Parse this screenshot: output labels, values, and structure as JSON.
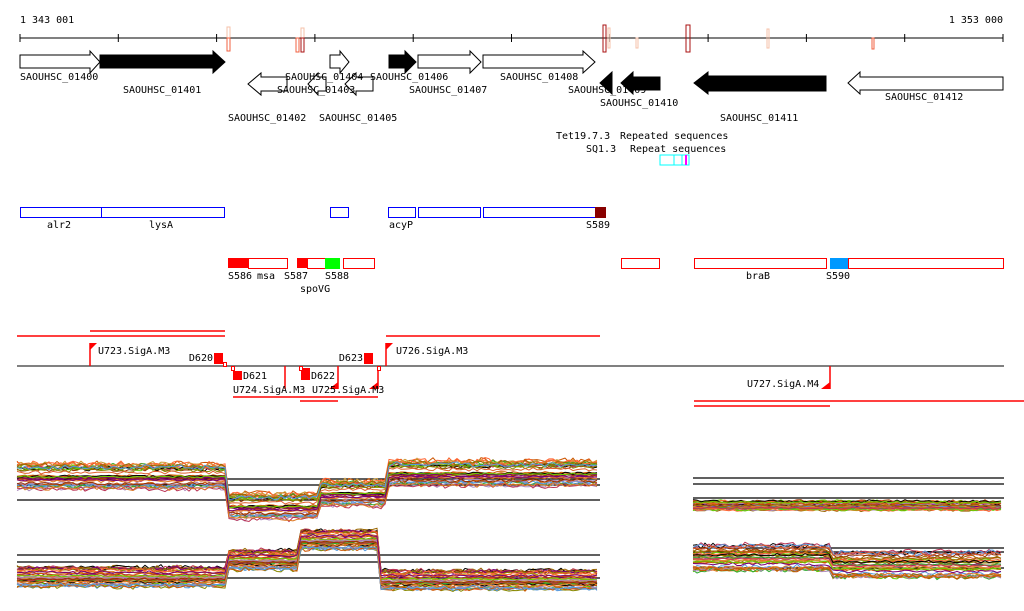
{
  "ruler": {
    "start_label": "1 343 001",
    "end_label": "1 353 000"
  },
  "genes": {
    "g01400": "SAOUHSC_01400",
    "g01401": "SAOUHSC_01401",
    "g01402": "SAOUHSC_01402",
    "g01403": "SAOUHSC_01403",
    "g01404": "SAOUHSC_01404",
    "g01405": "SAOUHSC_01405",
    "g01406": "SAOUHSC_01406",
    "g01407": "SAOUHSC_01407",
    "g01408": "SAOUHSC_01408",
    "g01409": "SAOUHSC_01409",
    "g01410": "SAOUHSC_01410",
    "g01411": "SAOUHSC_01411",
    "g01412": "SAOUHSC_01412"
  },
  "repeats": {
    "label_a": "Tet19.7.3",
    "label_b": "SQ1.3",
    "label_c": "Repeated sequences",
    "label_d": "Repeat sequences"
  },
  "operons": {
    "alr2": "alr2",
    "lysA": "lysA",
    "acyP": "acyP",
    "s589": "S589"
  },
  "segments": {
    "s586": "S586",
    "msa": "msa",
    "s587": "S587",
    "spoVG": "spoVG",
    "s588": "S588",
    "braB": "braB",
    "s590": "S590"
  },
  "transcription": {
    "u723": "U723.SigA.M3",
    "u724": "U724.SigA.M3",
    "u725": "U725.SigA.M3",
    "u726": "U726.SigA.M3",
    "u727": "U727.SigA.M4",
    "d620": "D620",
    "d621": "D621",
    "d622": "D622",
    "d623": "D623"
  },
  "colors": {
    "red": "#ff0000",
    "darkred": "#990000",
    "blue": "#0000ff",
    "green": "#00ff00",
    "skyblue": "#0099ff",
    "cyan": "#00ffff",
    "magenta": "#ff00ff"
  }
}
